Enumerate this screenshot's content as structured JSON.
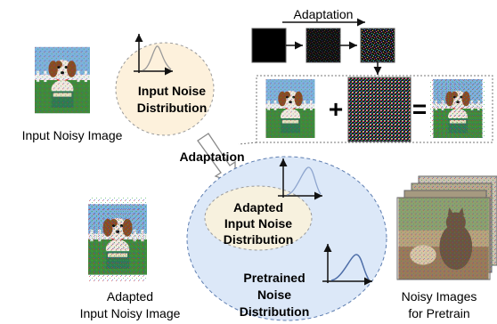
{
  "labels": {
    "input_noisy_image": "Input Noisy Image",
    "input_noise_distribution_line1": "Input Noise",
    "input_noise_distribution_line2": "Distribution",
    "adaptation_top": "Adaptation",
    "adaptation_middle": "Adaptation",
    "adapted_input_noise_line1": "Adapted",
    "adapted_input_noise_line2": "Input Noise",
    "adapted_input_noise_line3": "Distribution",
    "pretrained_noise_line1": "Pretrained",
    "pretrained_noise_line2": "Noise",
    "pretrained_noise_line3": "Distribution",
    "adapted_input_noisy_image_line1": "Adapted",
    "adapted_input_noisy_image_line2": "Input Noisy Image",
    "noisy_images_pretrain_line1": "Noisy Images",
    "noisy_images_pretrain_line2": "for Pretrain",
    "plus_symbol": "+",
    "equals_symbol": "="
  },
  "colors": {
    "input_ellipse_fill": "#fdf1dc",
    "adapted_ellipse_fill": "#f7f1de",
    "pretrained_ellipse_fill": "#dce8f8",
    "pretrained_ellipse_stroke": "#5d7db0",
    "curve_input": "#999999",
    "curve_adapted": "#8fa6cf",
    "curve_pretrained": "#4e6ea8"
  }
}
